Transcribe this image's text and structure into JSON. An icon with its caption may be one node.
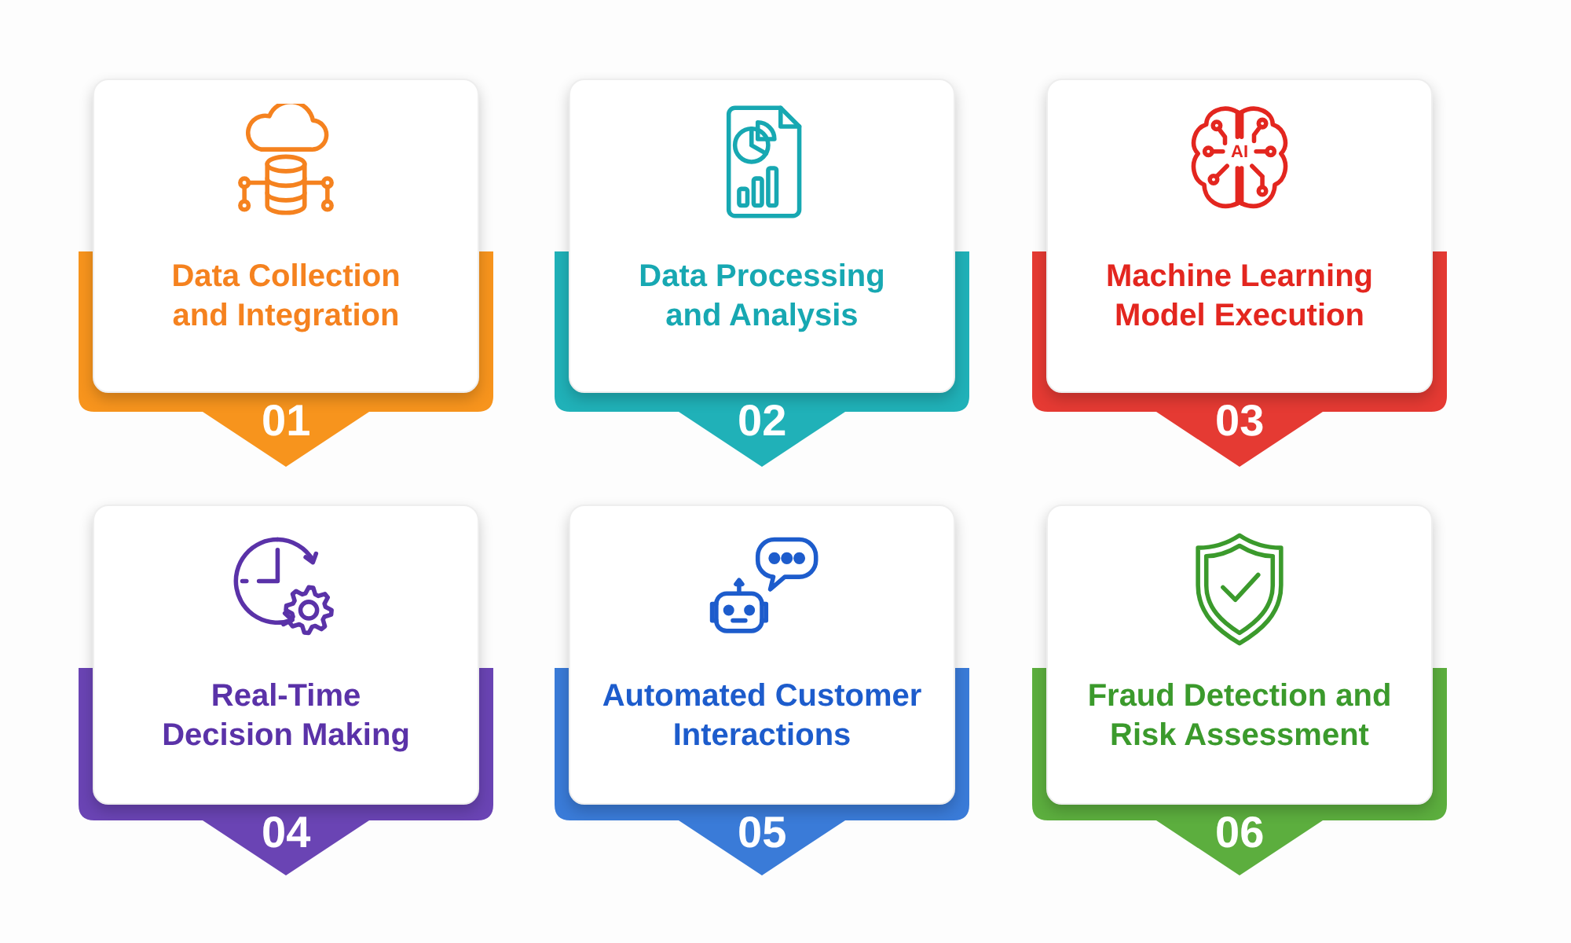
{
  "diagram": {
    "nodes": [
      {
        "text": [
          "Data Collection and Integration",
          "01"
        ]
      },
      {
        "text": [
          "Data Processing and Analysis",
          "02"
        ]
      },
      {
        "text": [
          "AI",
          "Machine Learning Model Execution",
          "03"
        ]
      },
      {
        "text": [
          "Real-Time Decision Making",
          "04"
        ]
      },
      {
        "text": [
          "Automated Customer Interactions",
          "05"
        ]
      },
      {
        "text": [
          "Fraud Detection and Risk Assessment",
          "06"
        ]
      }
    ]
  }
}
